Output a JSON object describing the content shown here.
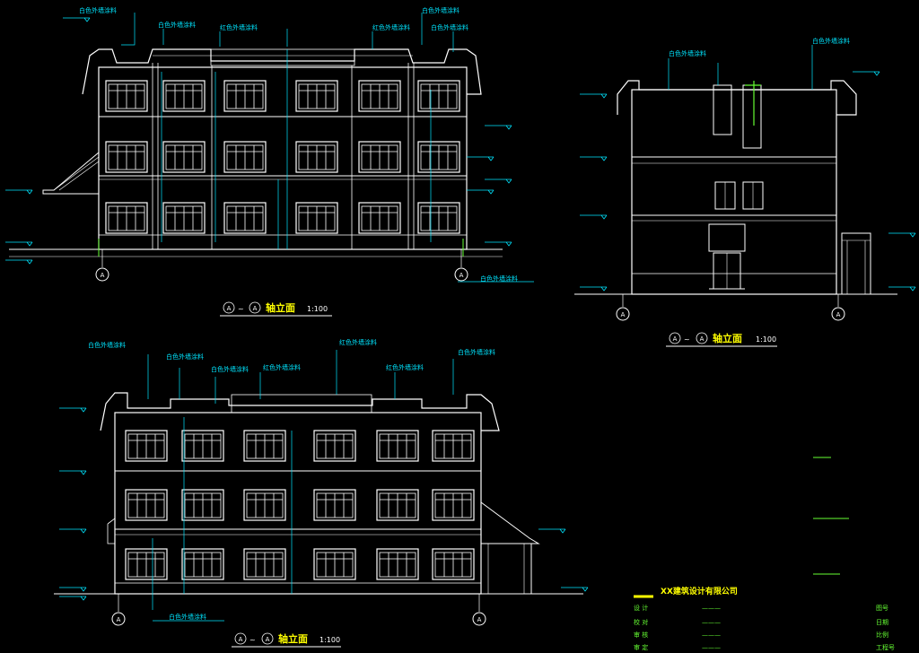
{
  "drawing": {
    "elevations": [
      {
        "id": "front",
        "axis_start": "A",
        "axis_end": "A",
        "title": "轴立面",
        "scale": "1:100",
        "notes": [
          "白色外墙涂料",
          "白色外墙涂料",
          "红色外墙涂料",
          "红色外墙涂料",
          "白色外墙涂料",
          "白色外墙涂料"
        ],
        "bottom_note": "白色外墙涂料",
        "axis_labels": [
          "A",
          "A"
        ]
      },
      {
        "id": "side",
        "axis_start": "A",
        "axis_end": "A",
        "title": "轴立面",
        "scale": "1:100",
        "notes": [
          "白色外墙涂料",
          "白色外墙涂料"
        ],
        "axis_labels": [
          "A",
          "A"
        ]
      },
      {
        "id": "rear",
        "axis_start": "A",
        "axis_end": "A",
        "title": "轴立面",
        "scale": "1:100",
        "notes": [
          "白色外墙涂料",
          "白色外墙涂料",
          "白色外墙涂料",
          "红色外墙涂料",
          "红色外墙涂料",
          "红色外墙涂料",
          "白色外墙涂料"
        ],
        "bottom_note": "白色外墙涂料",
        "axis_labels": [
          "A",
          "A"
        ]
      }
    ],
    "title_block": {
      "company": "XX建筑设计有限公司",
      "label_rows": [
        "设 计",
        "校 对",
        "审 核",
        "审 定"
      ],
      "right_rows": [
        "图号",
        "日期",
        "比例",
        "工程号"
      ]
    },
    "colors": {
      "background": "#000000",
      "lines": "#ffffff",
      "annotation": "#00e5ff",
      "title": "#ffff00",
      "ground": "#66ff33"
    }
  }
}
